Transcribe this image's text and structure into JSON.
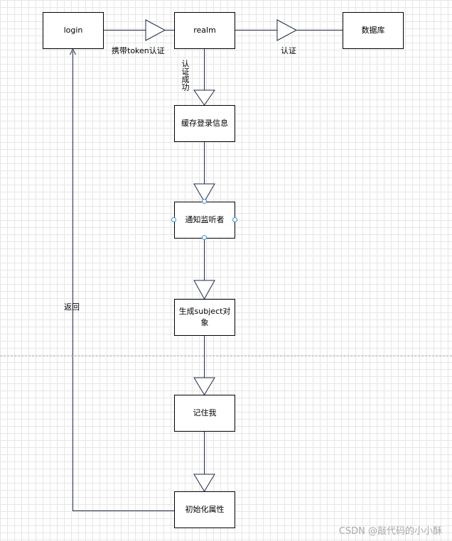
{
  "nodes": {
    "login": "login",
    "realm": "realm",
    "database": "数据库",
    "cache_login_info": "缓存登录信息",
    "notify_listener": "通知监听者",
    "create_subject": "生成subject对象",
    "remember_me": "记住我",
    "init_attributes": "初始化属性"
  },
  "edges": {
    "carry_token_auth": "携带token认证",
    "authenticate": "认证",
    "auth_success": "认证成功",
    "return": "返回"
  },
  "watermark": "CSDN @敲代码的小小酥",
  "colors": {
    "line": "#1f2a44",
    "handle": "#3a8fd1",
    "grid": "#e6e6e6"
  }
}
